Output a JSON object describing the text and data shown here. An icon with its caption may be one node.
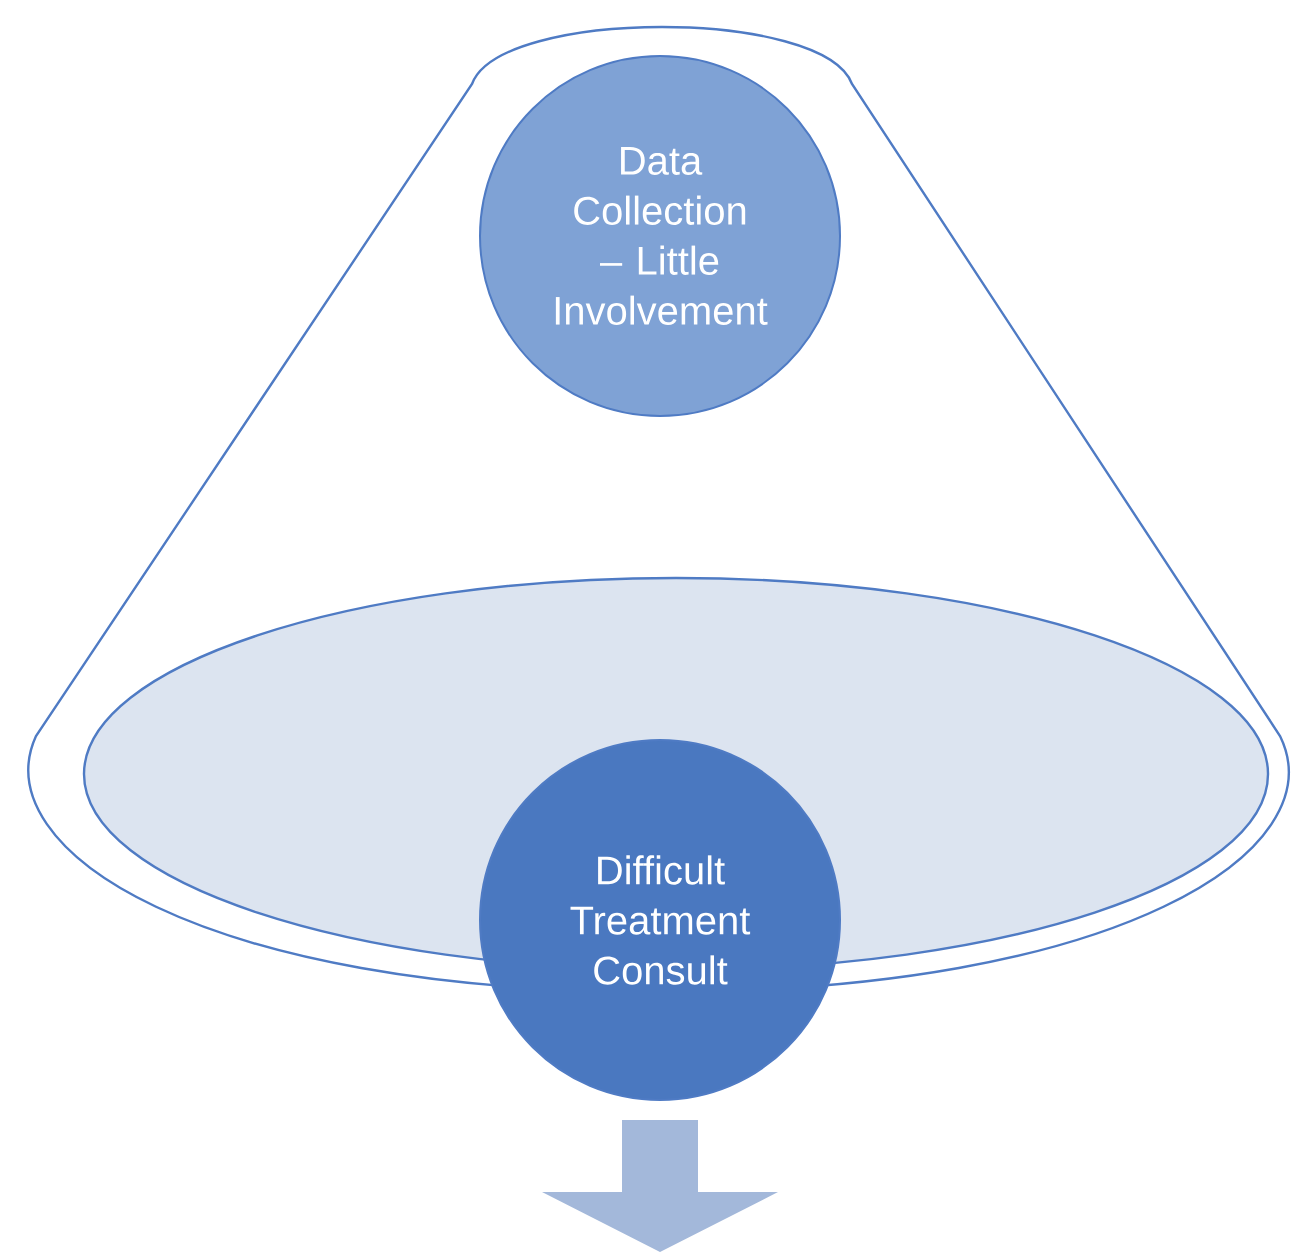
{
  "diagram": {
    "nodes": [
      {
        "text": [],
        "shape": "cone"
      },
      {
        "text": [],
        "shape": "ellipse",
        "in": 0
      },
      {
        "text": [
          "Data Collection – Little Involvement"
        ],
        "in": 0
      },
      {
        "text": [
          "Difficult Treatment Consult"
        ]
      }
    ]
  }
}
